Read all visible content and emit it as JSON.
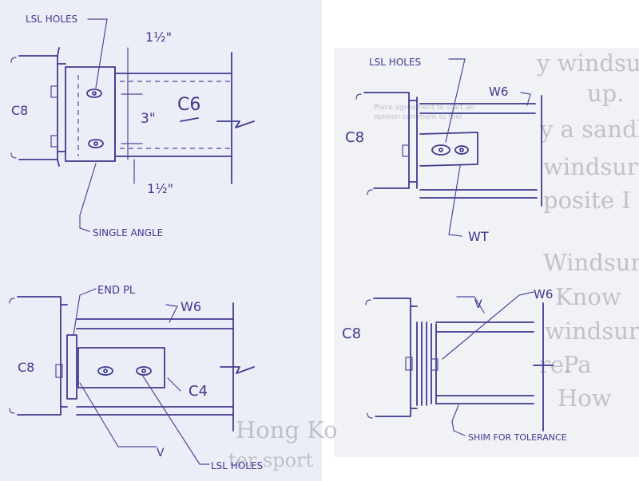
{
  "sketch_top_left": {
    "column": "C8",
    "holes": "LSL HOLES",
    "dim_top": "1½\"",
    "dim_spacing": "3\"",
    "beam": "C6",
    "dim_bottom": "1½\"",
    "connector": "SINGLE ANGLE"
  },
  "sketch_bottom_left": {
    "plate": "END PL",
    "beam": "W6",
    "column": "C8",
    "channel": "C4",
    "holes": "LSL HOLES",
    "weld": "V"
  },
  "sketch_top_right": {
    "holes": "LSL HOLES",
    "beam": "W6",
    "column": "C8",
    "tee": "WT"
  },
  "sketch_bottom_right": {
    "beam": "W6",
    "column": "C8",
    "weld": "V",
    "shim": "SHIM FOR TOLERANCE"
  },
  "background_text": [
    "y windsu",
    "up.",
    "y a sandb",
    "windsurfi",
    "posite I",
    "Windsurf",
    "Know",
    "windsur",
    "re.",
    "Pa",
    "How",
    "Hong Ko",
    "ter sport",
    "Place agreement to start an",
    "opinion comment to feel"
  ]
}
